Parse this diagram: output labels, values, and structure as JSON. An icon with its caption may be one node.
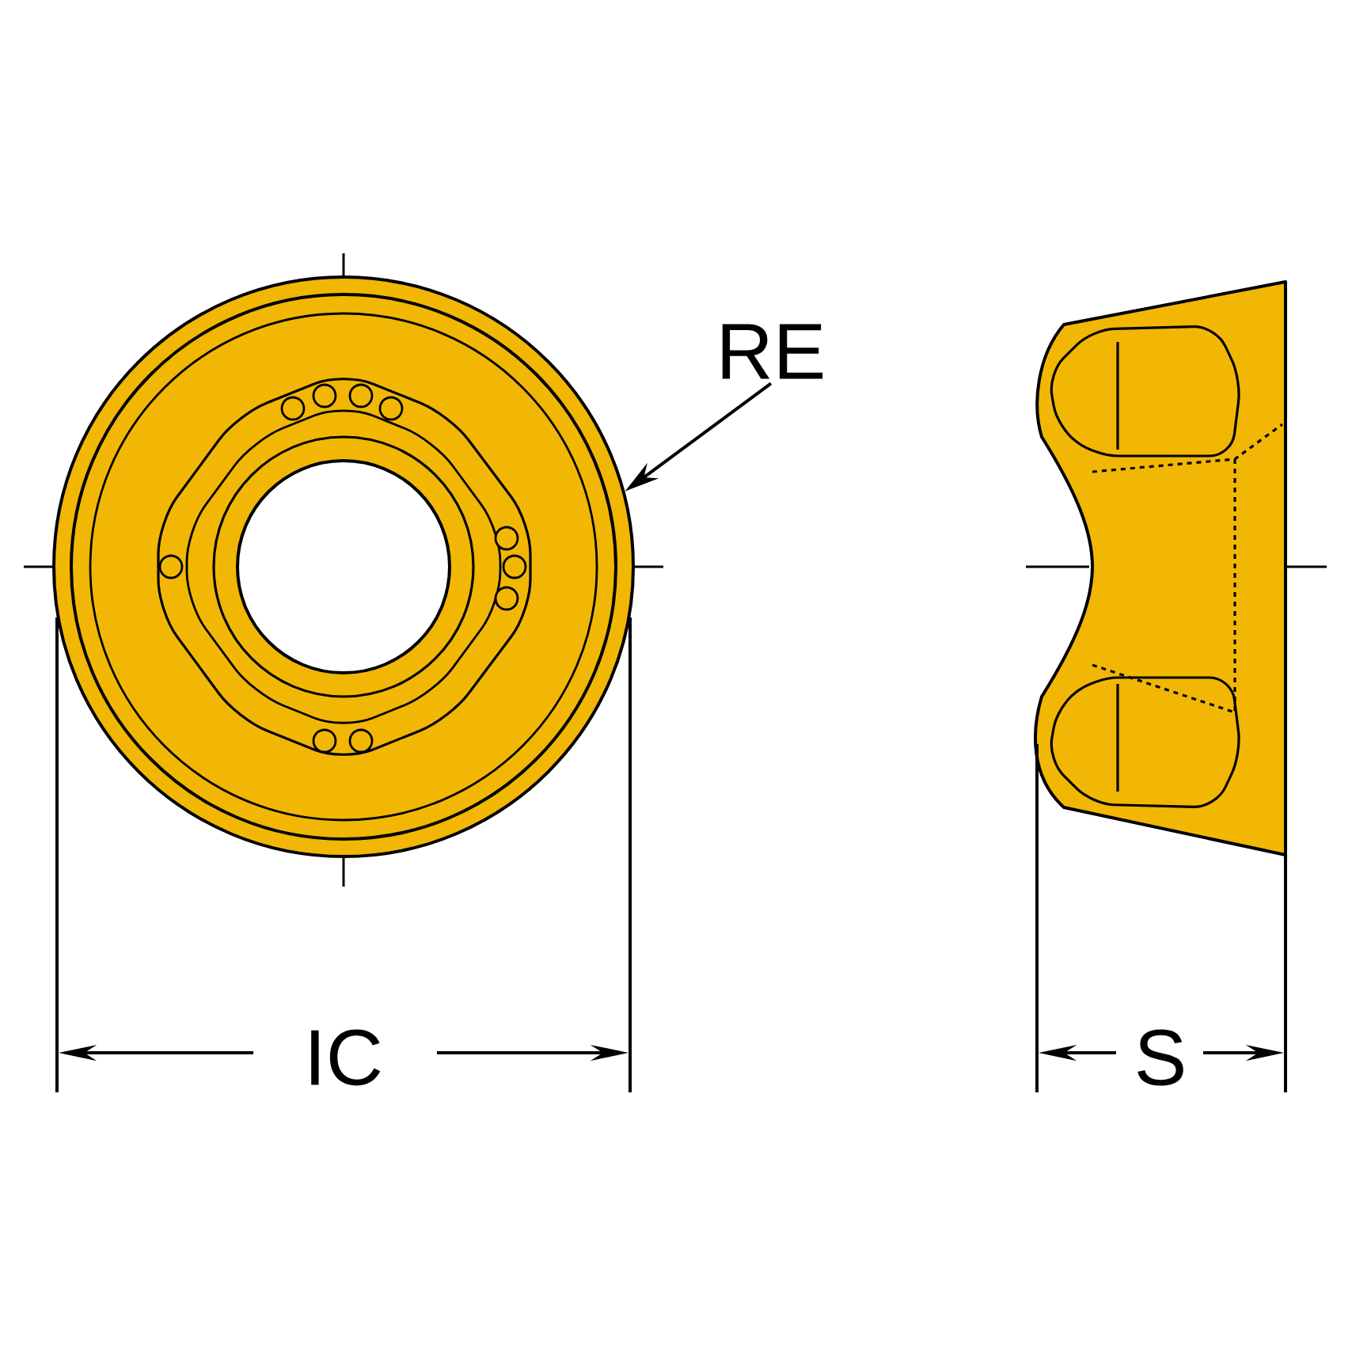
{
  "diagram": {
    "nodes": [
      {
        "text": [
          "RE"
        ]
      },
      {
        "text": [],
        "shape": "picture"
      }
    ],
    "edges": [
      {
        "from": 0,
        "to": 1,
        "arrow": "to"
      }
    ],
    "labels": [
      "IC",
      "S"
    ]
  }
}
